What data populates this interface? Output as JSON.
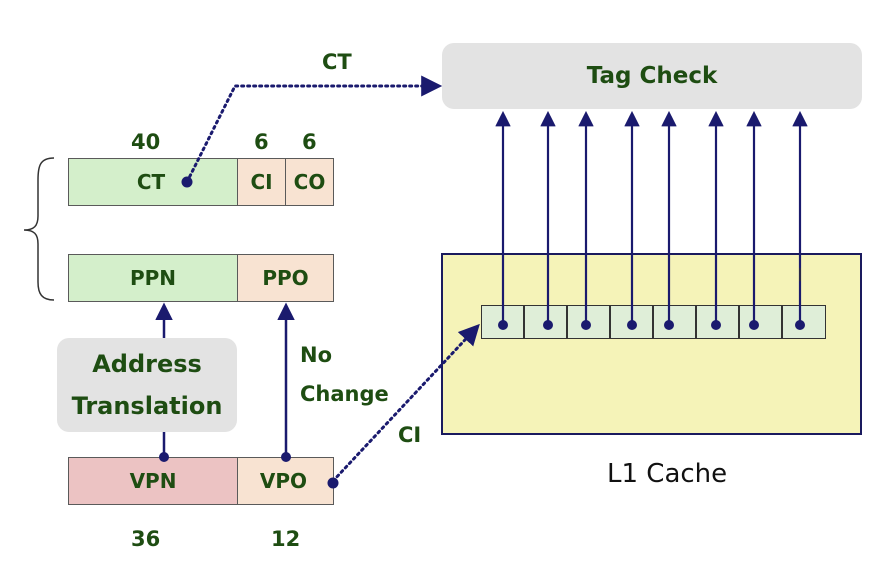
{
  "tag_check": {
    "label": "Tag Check"
  },
  "address_translation": {
    "line1": "Address",
    "line2": "Translation"
  },
  "physical_address": {
    "sizes": {
      "ct": "40",
      "ci": "6",
      "co": "6"
    },
    "fields": {
      "ct": "CT",
      "ci": "CI",
      "co": "CO"
    }
  },
  "ppn_row": {
    "ppn": "PPN",
    "ppo": "PPO"
  },
  "virtual_address": {
    "fields": {
      "vpn": "VPN",
      "vpo": "VPO"
    },
    "sizes": {
      "vpn": "36",
      "vpo": "12"
    }
  },
  "arrows": {
    "ct": "CT",
    "ci": "CI",
    "no_change_1": "No",
    "no_change_2": "Change"
  },
  "cache": {
    "label": "L1 Cache",
    "cells": 8
  },
  "colors": {
    "text_green": "#1e4d12",
    "arrow": "#1a1a6e",
    "green_fill": "#d4efcb",
    "peach_fill": "#f8e3d2",
    "pink_fill": "#ecc3c3",
    "cache_fill": "#f5f3b8",
    "grey_fill": "#e3e3e3"
  }
}
